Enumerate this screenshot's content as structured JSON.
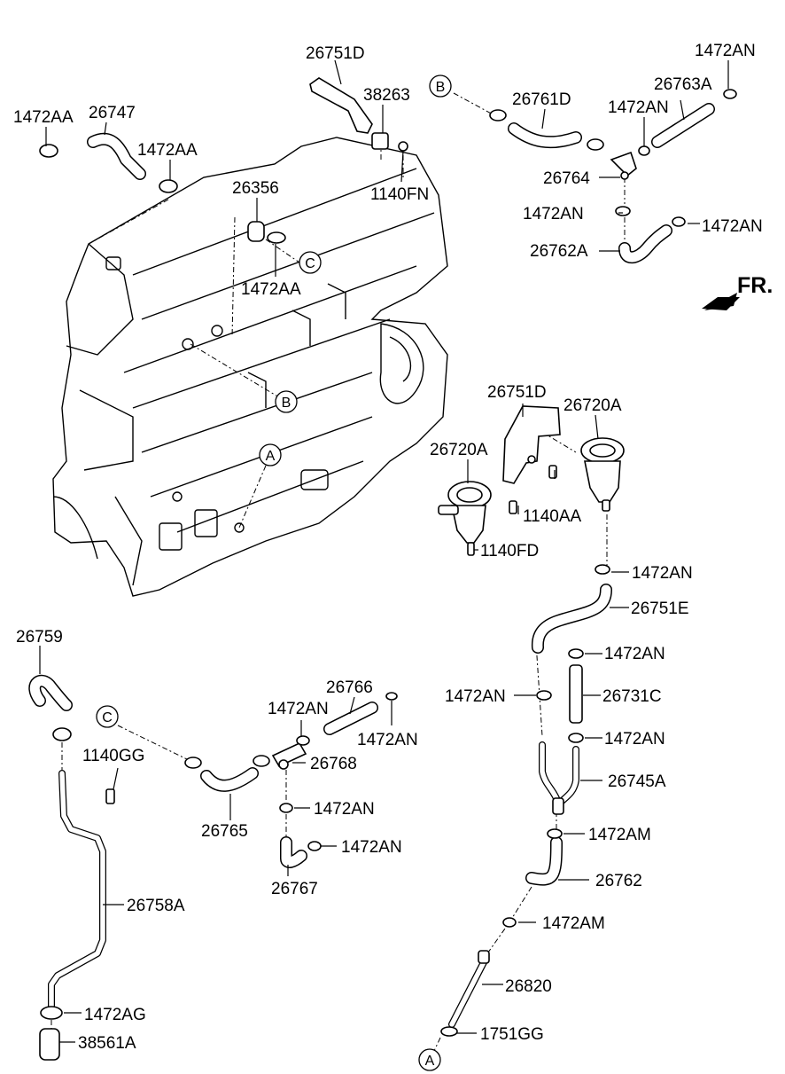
{
  "labels": {
    "p26751D_top": "26751D",
    "p38263": "38263",
    "p1140FN": "1140FN",
    "p1472AA_1": "1472AA",
    "p26747": "26747",
    "p1472AA_2": "1472AA",
    "p26356": "26356",
    "p1472AA_3": "1472AA",
    "p26761D": "26761D",
    "p1472AN_top": "1472AN",
    "p26763A": "26763A",
    "p1472AN_a": "1472AN",
    "p26764": "26764",
    "p1472AN_b": "1472AN",
    "p1472AN_c": "1472AN",
    "p26762A": "26762A",
    "fr": "FR.",
    "p26751D_mid": "26751D",
    "p26720A_r": "26720A",
    "p26720A_l": "26720A",
    "p1140AA": "1140AA",
    "p1140FD": "1140FD",
    "p1472AN_d": "1472AN",
    "p26751E": "26751E",
    "p1472AN_e": "1472AN",
    "p1472AN_f": "1472AN",
    "p26731C": "26731C",
    "p1472AN_g": "1472AN",
    "p26745A": "26745A",
    "p1472AM_1": "1472AM",
    "p26762": "26762",
    "p1472AM_2": "1472AM",
    "p26820": "26820",
    "p1751GG": "1751GG",
    "p26759": "26759",
    "p1140GG": "1140GG",
    "p26758A": "26758A",
    "p1472AG": "1472AG",
    "p38561A": "38561A",
    "p26766": "26766",
    "p1472AN_h": "1472AN",
    "p1472AN_i": "1472AN",
    "p26768": "26768",
    "p26765": "26765",
    "p1472AN_j": "1472AN",
    "p1472AN_k": "1472AN",
    "p26767": "26767"
  },
  "markers": {
    "A": "A",
    "B": "B",
    "C": "C"
  }
}
